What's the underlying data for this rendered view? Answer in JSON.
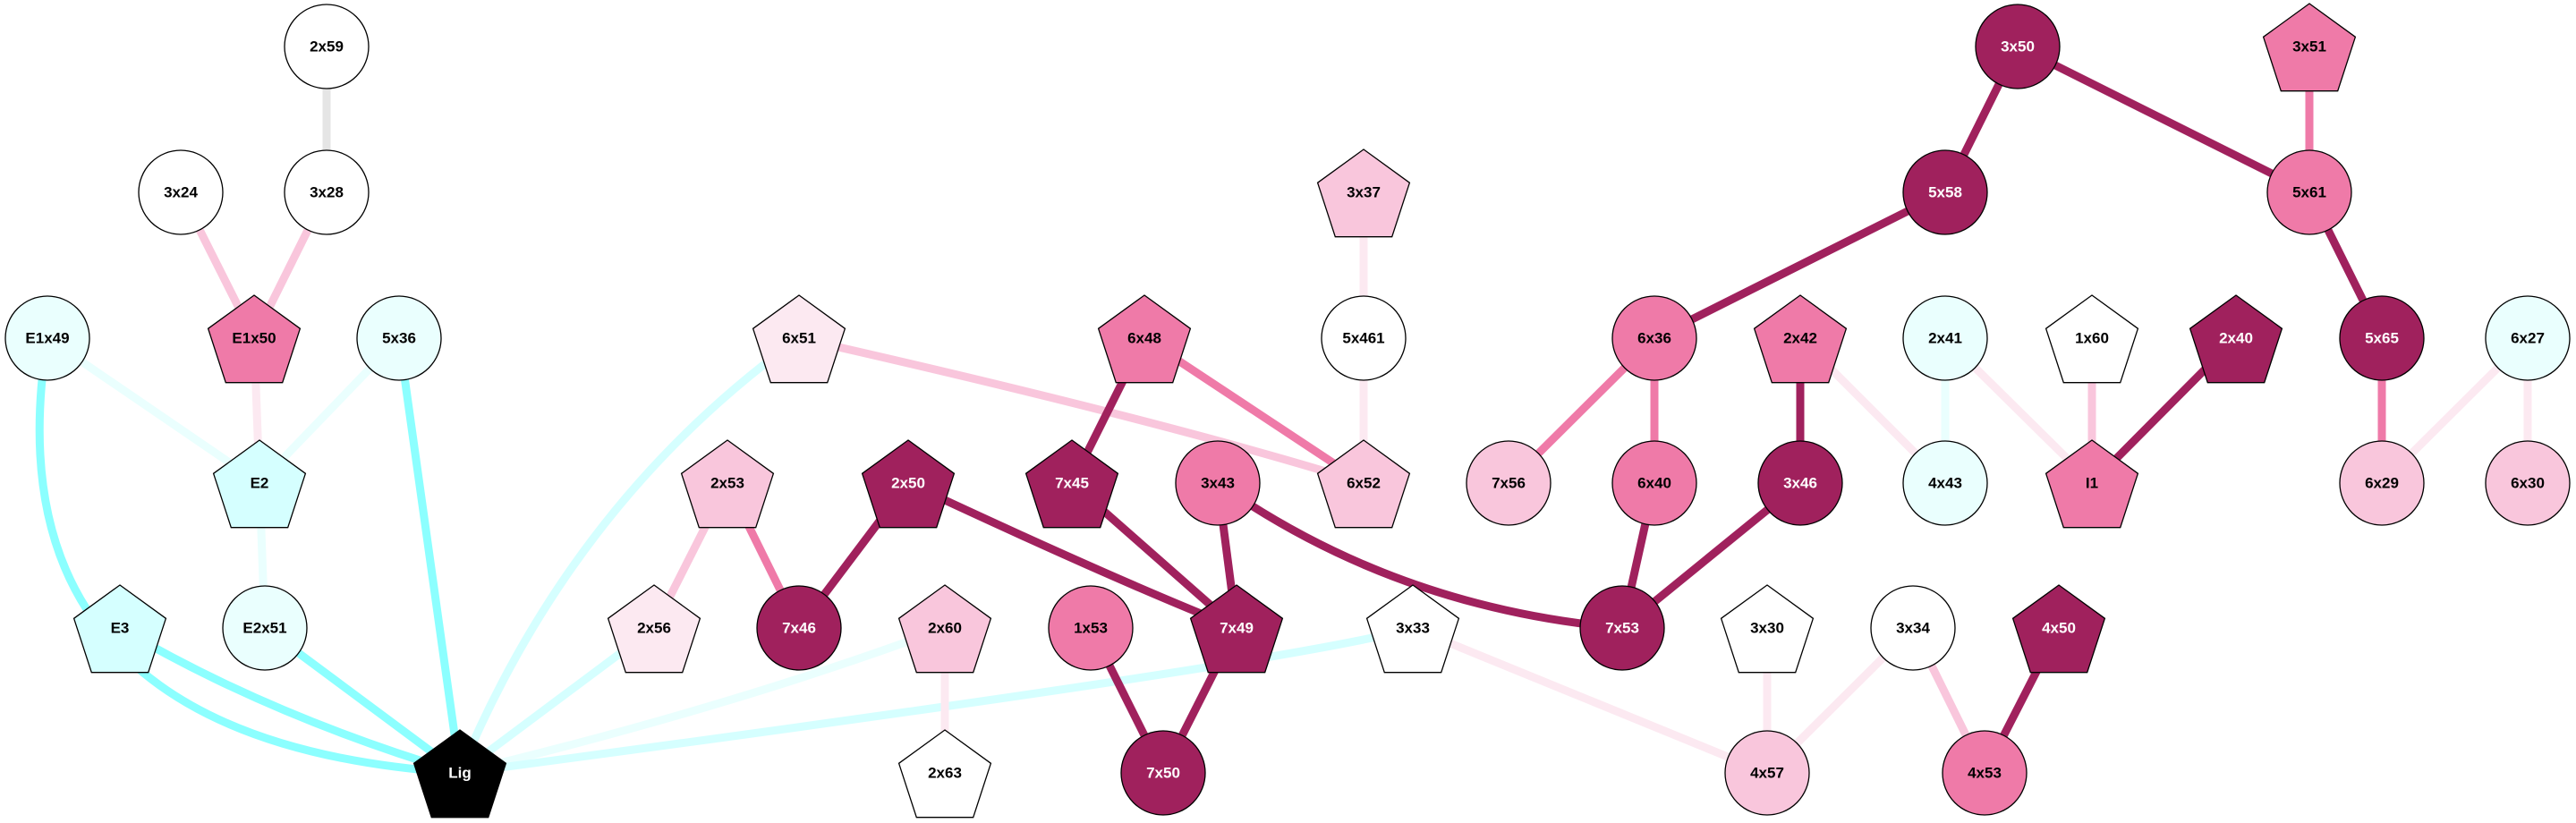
{
  "colors": {
    "dark": "#A0215D",
    "mid": "#EF7AA8",
    "light_pink": "#F9C6DC",
    "pale_pink": "#FCE9F1",
    "cyan": "#D5FFFF",
    "pale_cyan": "#EAFFFE",
    "white": "#FFFFFF",
    "black": "#000000",
    "edge_cyan_strong": "#8CFFFF",
    "edge_cyan": "#D5FFFF",
    "edge_cyan_pale": "#EAFFFE",
    "edge_gray": "#E5E5E5"
  },
  "nodes": [
    {
      "id": "2x59",
      "shape": "circle",
      "fill": "white"
    },
    {
      "id": "3x24",
      "shape": "circle",
      "fill": "white"
    },
    {
      "id": "3x28",
      "shape": "circle",
      "fill": "white"
    },
    {
      "id": "E1x49",
      "shape": "circle",
      "fill": "pale_cyan"
    },
    {
      "id": "E1x50",
      "shape": "pentagon",
      "fill": "mid"
    },
    {
      "id": "5x36",
      "shape": "circle",
      "fill": "pale_cyan"
    },
    {
      "id": "E2",
      "shape": "pentagon",
      "fill": "cyan"
    },
    {
      "id": "E3",
      "shape": "pentagon",
      "fill": "cyan"
    },
    {
      "id": "E2x51",
      "shape": "circle",
      "fill": "pale_cyan"
    },
    {
      "id": "Lig",
      "shape": "pentagon",
      "fill": "black"
    },
    {
      "id": "6x51",
      "shape": "pentagon",
      "fill": "pale_pink"
    },
    {
      "id": "2x53",
      "shape": "pentagon",
      "fill": "light_pink"
    },
    {
      "id": "2x56",
      "shape": "pentagon",
      "fill": "pale_pink"
    },
    {
      "id": "7x46",
      "shape": "circle",
      "fill": "dark"
    },
    {
      "id": "2x50",
      "shape": "pentagon",
      "fill": "dark"
    },
    {
      "id": "2x60",
      "shape": "pentagon",
      "fill": "light_pink"
    },
    {
      "id": "2x63",
      "shape": "pentagon",
      "fill": "white"
    },
    {
      "id": "6x48",
      "shape": "pentagon",
      "fill": "mid"
    },
    {
      "id": "7x45",
      "shape": "pentagon",
      "fill": "dark"
    },
    {
      "id": "3x43",
      "shape": "circle",
      "fill": "mid"
    },
    {
      "id": "1x53",
      "shape": "circle",
      "fill": "mid"
    },
    {
      "id": "7x49",
      "shape": "pentagon",
      "fill": "dark"
    },
    {
      "id": "7x50",
      "shape": "circle",
      "fill": "dark"
    },
    {
      "id": "3x37",
      "shape": "pentagon",
      "fill": "light_pink"
    },
    {
      "id": "5x461",
      "shape": "circle",
      "fill": "white"
    },
    {
      "id": "6x52",
      "shape": "pentagon",
      "fill": "light_pink"
    },
    {
      "id": "3x33",
      "shape": "pentagon",
      "fill": "white"
    },
    {
      "id": "3x50",
      "shape": "circle",
      "fill": "dark"
    },
    {
      "id": "5x58",
      "shape": "circle",
      "fill": "dark"
    },
    {
      "id": "6x36",
      "shape": "circle",
      "fill": "mid"
    },
    {
      "id": "7x56",
      "shape": "circle",
      "fill": "light_pink"
    },
    {
      "id": "6x40",
      "shape": "circle",
      "fill": "mid"
    },
    {
      "id": "7x53",
      "shape": "circle",
      "fill": "dark"
    },
    {
      "id": "2x42",
      "shape": "pentagon",
      "fill": "mid"
    },
    {
      "id": "3x46",
      "shape": "circle",
      "fill": "dark"
    },
    {
      "id": "2x41",
      "shape": "circle",
      "fill": "pale_cyan"
    },
    {
      "id": "4x43",
      "shape": "circle",
      "fill": "pale_cyan"
    },
    {
      "id": "1x60",
      "shape": "pentagon",
      "fill": "white"
    },
    {
      "id": "I1",
      "shape": "pentagon",
      "fill": "mid"
    },
    {
      "id": "2x40",
      "shape": "pentagon",
      "fill": "dark"
    },
    {
      "id": "3x51",
      "shape": "pentagon",
      "fill": "mid"
    },
    {
      "id": "5x61",
      "shape": "circle",
      "fill": "mid"
    },
    {
      "id": "5x65",
      "shape": "circle",
      "fill": "dark"
    },
    {
      "id": "6x27",
      "shape": "circle",
      "fill": "pale_cyan"
    },
    {
      "id": "6x29",
      "shape": "circle",
      "fill": "light_pink"
    },
    {
      "id": "6x30",
      "shape": "circle",
      "fill": "light_pink"
    },
    {
      "id": "3x30",
      "shape": "pentagon",
      "fill": "white"
    },
    {
      "id": "3x34",
      "shape": "circle",
      "fill": "white"
    },
    {
      "id": "4x57",
      "shape": "circle",
      "fill": "light_pink"
    },
    {
      "id": "4x50",
      "shape": "pentagon",
      "fill": "dark"
    },
    {
      "id": "4x53",
      "shape": "circle",
      "fill": "mid"
    }
  ],
  "edges": [
    {
      "s": "2x59",
      "t": "3x28",
      "c": "edge_gray"
    },
    {
      "s": "3x24",
      "t": "E1x50",
      "c": "light_pink"
    },
    {
      "s": "3x28",
      "t": "E1x50",
      "c": "light_pink"
    },
    {
      "s": "E1x50",
      "t": "E2",
      "c": "pale_pink"
    },
    {
      "s": "E1x49",
      "t": "E2",
      "c": "edge_cyan_pale"
    },
    {
      "s": "5x36",
      "t": "E2",
      "c": "edge_cyan_pale"
    },
    {
      "s": "E2",
      "t": "E2x51",
      "c": "edge_cyan_pale"
    },
    {
      "s": "E1x49",
      "t": "Lig",
      "c": "edge_cyan_strong"
    },
    {
      "s": "E3",
      "t": "Lig",
      "c": "edge_cyan_strong"
    },
    {
      "s": "E2x51",
      "t": "Lig",
      "c": "edge_cyan_strong"
    },
    {
      "s": "5x36",
      "t": "Lig",
      "c": "edge_cyan_strong"
    },
    {
      "s": "6x51",
      "t": "Lig",
      "c": "edge_cyan"
    },
    {
      "s": "2x56",
      "t": "Lig",
      "c": "edge_cyan"
    },
    {
      "s": "2x60",
      "t": "Lig",
      "c": "edge_cyan_pale"
    },
    {
      "s": "3x33",
      "t": "Lig",
      "c": "edge_cyan"
    },
    {
      "s": "6x51",
      "t": "6x52",
      "c": "light_pink"
    },
    {
      "s": "6x48",
      "t": "6x52",
      "c": "mid"
    },
    {
      "s": "6x48",
      "t": "7x45",
      "c": "dark"
    },
    {
      "s": "3x37",
      "t": "5x461",
      "c": "pale_pink"
    },
    {
      "s": "5x461",
      "t": "6x52",
      "c": "pale_pink"
    },
    {
      "s": "2x53",
      "t": "2x56",
      "c": "light_pink"
    },
    {
      "s": "2x53",
      "t": "7x46",
      "c": "mid"
    },
    {
      "s": "2x50",
      "t": "7x46",
      "c": "dark"
    },
    {
      "s": "2x50",
      "t": "7x49",
      "c": "dark"
    },
    {
      "s": "7x45",
      "t": "7x49",
      "c": "dark"
    },
    {
      "s": "3x43",
      "t": "7x49",
      "c": "dark"
    },
    {
      "s": "3x43",
      "t": "7x53",
      "c": "dark"
    },
    {
      "s": "1x53",
      "t": "7x50",
      "c": "dark"
    },
    {
      "s": "7x49",
      "t": "7x50",
      "c": "dark"
    },
    {
      "s": "2x60",
      "t": "2x63",
      "c": "pale_pink"
    },
    {
      "s": "3x50",
      "t": "5x58",
      "c": "dark"
    },
    {
      "s": "3x50",
      "t": "5x61",
      "c": "dark"
    },
    {
      "s": "3x51",
      "t": "5x61",
      "c": "mid"
    },
    {
      "s": "5x58",
      "t": "6x36",
      "c": "dark"
    },
    {
      "s": "5x61",
      "t": "5x65",
      "c": "dark"
    },
    {
      "s": "6x36",
      "t": "7x56",
      "c": "mid"
    },
    {
      "s": "6x36",
      "t": "6x40",
      "c": "mid"
    },
    {
      "s": "6x40",
      "t": "7x53",
      "c": "dark"
    },
    {
      "s": "2x42",
      "t": "3x46",
      "c": "dark"
    },
    {
      "s": "3x46",
      "t": "7x53",
      "c": "dark"
    },
    {
      "s": "2x42",
      "t": "4x43",
      "c": "pale_pink"
    },
    {
      "s": "2x41",
      "t": "4x43",
      "c": "edge_cyan_pale"
    },
    {
      "s": "2x41",
      "t": "I1",
      "c": "pale_pink"
    },
    {
      "s": "1x60",
      "t": "I1",
      "c": "light_pink"
    },
    {
      "s": "2x40",
      "t": "I1",
      "c": "dark"
    },
    {
      "s": "5x65",
      "t": "6x29",
      "c": "mid"
    },
    {
      "s": "6x27",
      "t": "6x29",
      "c": "pale_pink"
    },
    {
      "s": "6x27",
      "t": "6x30",
      "c": "pale_pink"
    },
    {
      "s": "3x33",
      "t": "4x57",
      "c": "pale_pink"
    },
    {
      "s": "3x30",
      "t": "4x57",
      "c": "pale_pink"
    },
    {
      "s": "3x34",
      "t": "4x57",
      "c": "pale_pink"
    },
    {
      "s": "3x34",
      "t": "4x53",
      "c": "light_pink"
    },
    {
      "s": "4x50",
      "t": "4x53",
      "c": "dark"
    }
  ]
}
